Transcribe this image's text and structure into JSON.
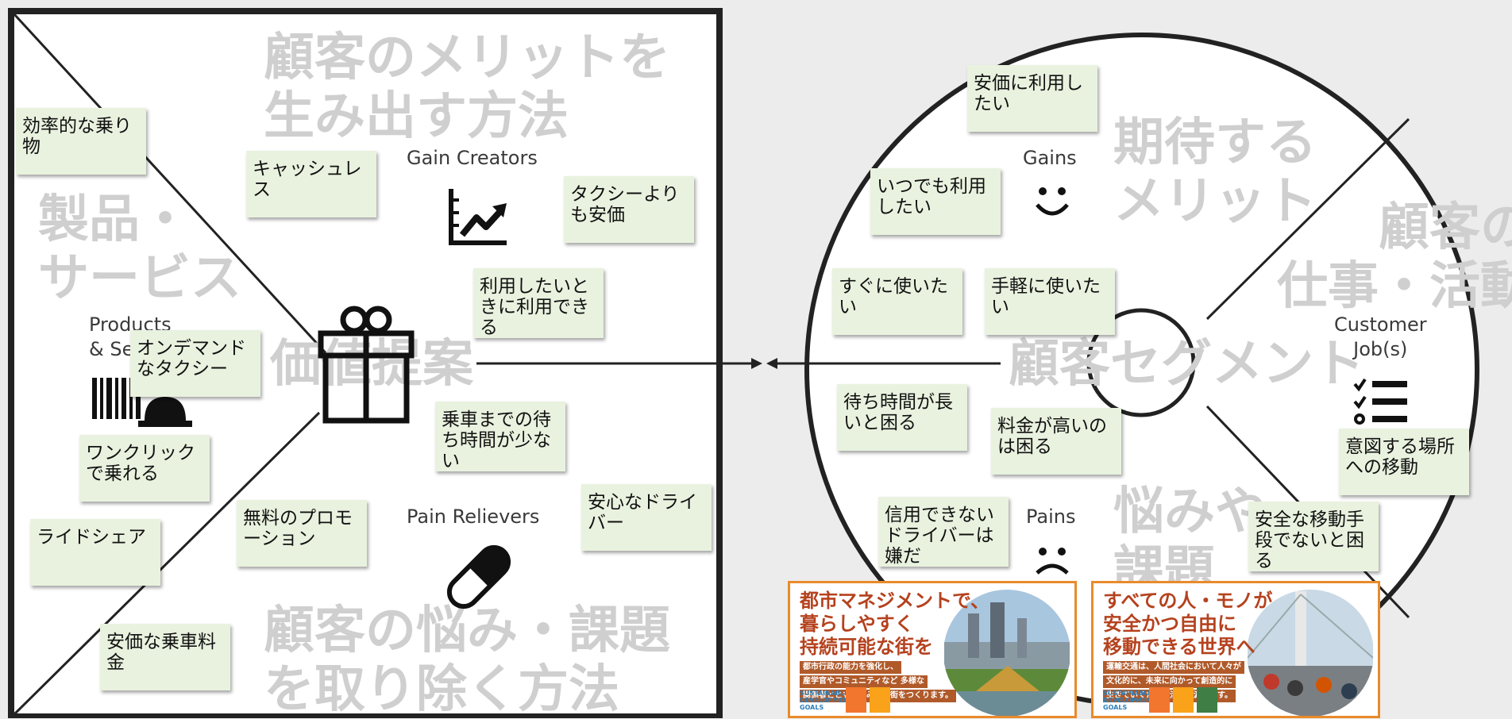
{
  "colors": {
    "sticky": "#e9f2df",
    "heading_gray": "#cfcfcf",
    "poster_border": "#e98a2c",
    "poster_heading": "#b5421e"
  },
  "value_map": {
    "gain_creators_heading": "顧客のメリットを\n生み出す方法",
    "gain_creators_label": "Gain Creators",
    "products_heading": "製品・\nサービス",
    "products_label": "Products\n& Services",
    "value_prop_heading": "価値提案",
    "pain_relievers_label": "Pain Relievers",
    "pain_relievers_heading": "顧客の悩み・課題\nを取り除く方法",
    "icons": [
      "chart-rising-icon",
      "gift-icon",
      "barcode-icon",
      "hardhat-icon",
      "pill-icon"
    ]
  },
  "customer_profile": {
    "gains_heading": "期待する\nメリット",
    "gains_label": "Gains",
    "jobs_heading": "顧客の\n仕事・活動",
    "jobs_label": "Customer\nJob(s)",
    "segment_heading": "顧客セグメント",
    "pains_heading": "悩みや\n課題",
    "pains_label": "Pains",
    "icons": [
      "smile-icon",
      "checklist-icon",
      "frown-icon"
    ]
  },
  "notes": [
    "効率的な乗り物",
    "キャッシュレス",
    "タクシーよりも安価",
    "利用したいときに利用できる",
    "オンデマンドなタクシー",
    "ワンクリックで乗れる",
    "乗車までの待ち時間が少ない",
    "安心なドライバー",
    "無料のプロモーション",
    "ライドシェア",
    "安価な乗車料金",
    "安価に利用したい",
    "いつでも利用したい",
    "すぐに使いたい",
    "手軽に使いたい",
    "待ち時間が長いと困る",
    "料金が高いのは困る",
    "信用できないドライバーは嫌だ",
    "意図する場所への移動",
    "安全な移動手段でないと困る"
  ],
  "posters": [
    {
      "heading": "都市マネジメントで、\n暮らしやすく\n持続可能な街を",
      "body": [
        "都市行政の能力を強化し、",
        "産学官やコミュニティなど 多様な",
        "関係者とともに住みよい街をつくります。"
      ],
      "sdg": "SUSTAINABLE\nDEVELOPMENT\nGOALS"
    },
    {
      "heading": "すべての人・モノが\n安全かつ自由に\n移動できる世界へ",
      "body": [
        "運輸交通は、人間社会において人々が",
        "文化的に、未来に向かって創造的に",
        "生きていくための活力の源泉です。"
      ],
      "sdg": "SUSTAINABLE\nDEVELOPMENT\nGOALS"
    }
  ]
}
